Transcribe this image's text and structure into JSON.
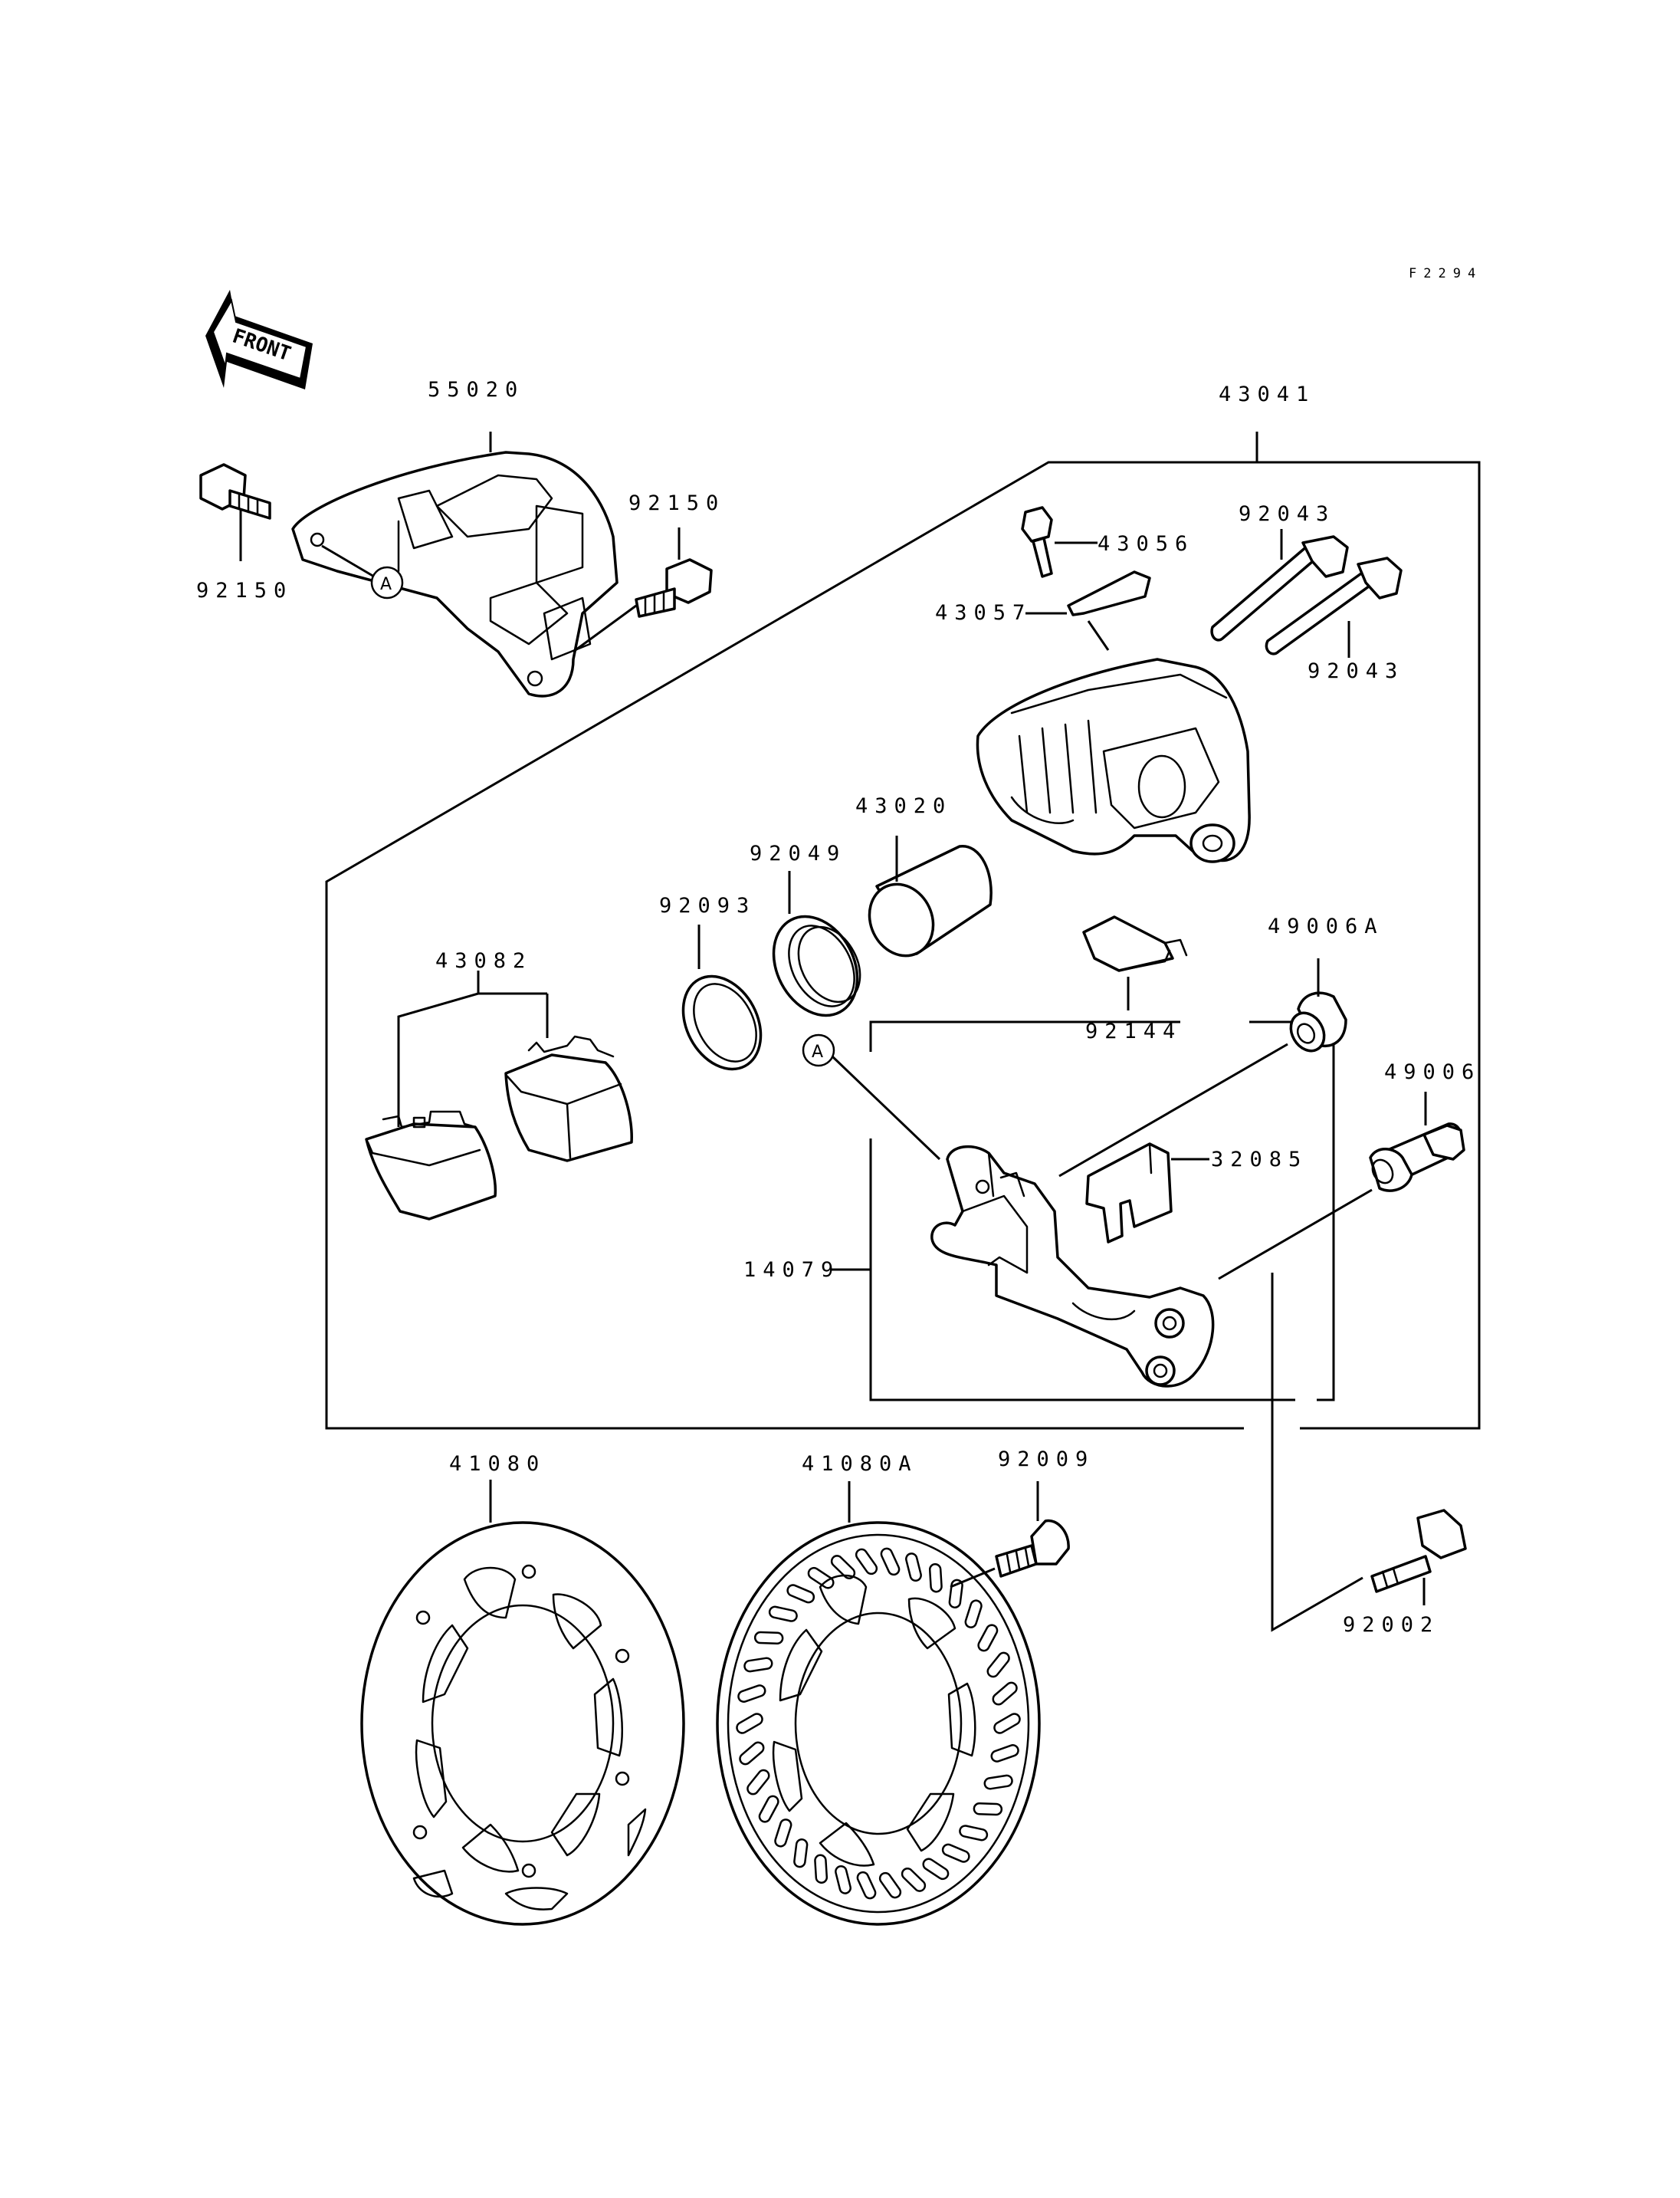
{
  "diagram": {
    "figure_code": "F2294",
    "front_label": "FRONT",
    "ref_marker": "A",
    "parts": {
      "p55020": "55020",
      "p92150_bolt": "92150",
      "p92150_bolt2": "92150",
      "p43041": "43041",
      "p43056": "43056",
      "p43057": "43057",
      "p92043_a": "92043",
      "p92043_b": "92043",
      "p43020": "43020",
      "p92049": "92049",
      "p92093": "92093",
      "p43082": "43082",
      "p49006A": "49006A",
      "p92144": "92144",
      "p49006": "49006",
      "p32085": "32085",
      "p14079": "14079",
      "p41080": "41080",
      "p41080A": "41080A",
      "p92009": "92009",
      "p92002": "92002"
    }
  }
}
